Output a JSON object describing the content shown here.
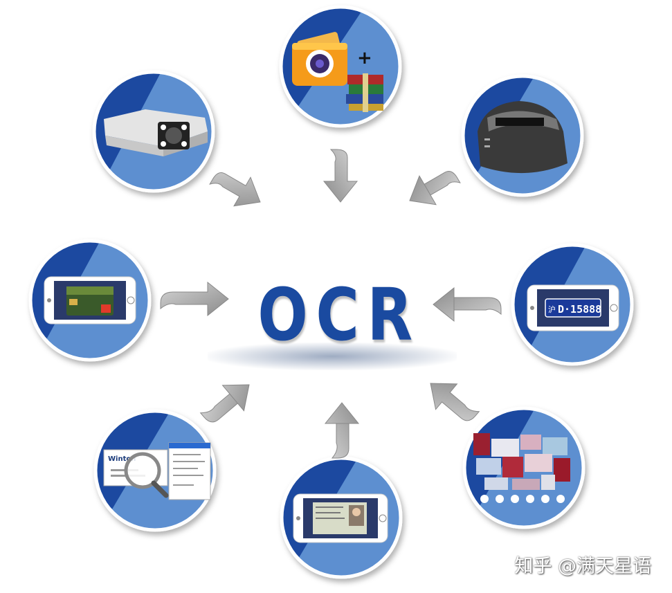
{
  "center": {
    "title": "OCR"
  },
  "nodes": {
    "top": {
      "icon": "camera-and-archive-icon",
      "plus": "+"
    },
    "bottom_right": {
      "icon": "documents-collage-icon"
    },
    "right": {
      "icon": "phone-license-plate-icon",
      "plate_prefix": "沪",
      "plate_text": "D·15888"
    },
    "bottom_left": {
      "icon": "business-card-magnifier-icon",
      "card_brand": "Winton"
    }
  },
  "watermark": "知乎 @满天星语",
  "colors": {
    "dark_blue": "#1a4aa0",
    "light_blue": "#5d8fd0",
    "arrow_gray": "#9a9a9a"
  }
}
